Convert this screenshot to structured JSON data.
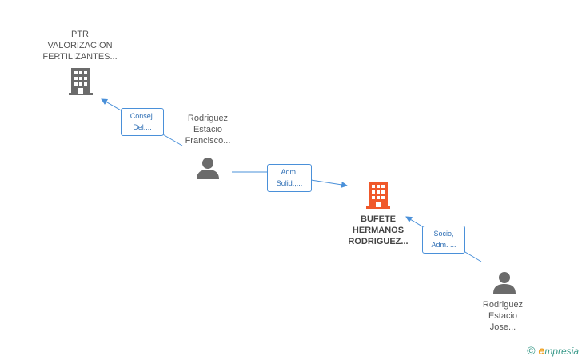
{
  "colors": {
    "edge": "#4a90d9",
    "company": "#6b6b6b",
    "company_main": "#f0582a",
    "person": "#6b6b6b"
  },
  "nodes": {
    "ptr": {
      "lines": [
        "PTR",
        "VALORIZACION",
        "FERTILIZANTES..."
      ],
      "icon": "building-icon"
    },
    "bufete": {
      "lines": [
        "BUFETE",
        "HERMANOS",
        "RODRIGUEZ..."
      ],
      "icon": "building-icon"
    },
    "francisco": {
      "lines": [
        "Rodriguez",
        "Estacio",
        "Francisco..."
      ],
      "icon": "person-icon"
    },
    "jose": {
      "lines": [
        "Rodriguez",
        "Estacio",
        "Jose..."
      ],
      "icon": "person-icon"
    }
  },
  "edges": {
    "consej": {
      "lines": [
        "Consej.",
        "Del...."
      ]
    },
    "adm_solid": {
      "lines": [
        "Adm.",
        "Solid.,..."
      ]
    },
    "socio": {
      "lines": [
        "Socio,",
        "Adm. ..."
      ]
    }
  },
  "brand": {
    "copyright": "©",
    "initial": "e",
    "name": "mpresia"
  }
}
